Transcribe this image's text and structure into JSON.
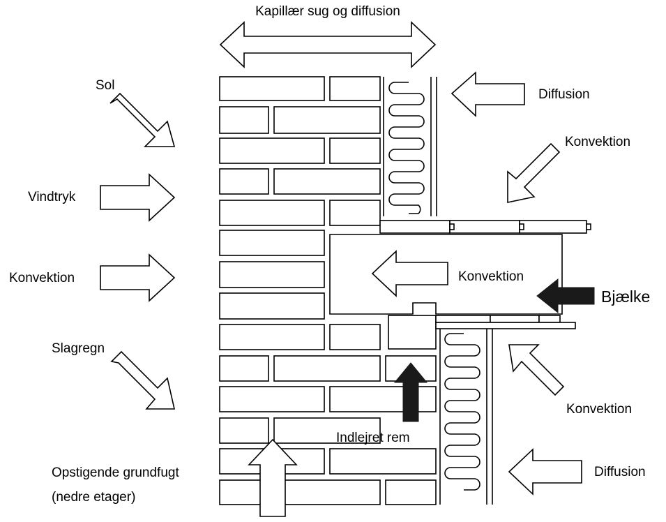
{
  "labels": {
    "top_arrow": "Kapillær sug og diffusion",
    "sol": "Sol",
    "vindtryk": "Vindtryk",
    "konvektion_left": "Konvektion",
    "slagregn": "Slagregn",
    "grundfugt_line1": "Opstigende grundfugt",
    "grundfugt_line2": "(nedre etager)",
    "diffusion_top": "Diffusion",
    "konvektion_top_right": "Konvektion",
    "konvektion_middle": "Konvektion",
    "bjaelke": "Bjælke",
    "indlejret_rem": "Indlejret rem",
    "konvektion_lower_right": "Konvektion",
    "diffusion_bottom": "Diffusion"
  },
  "colors": {
    "stroke": "#000000",
    "fill": "#ffffff",
    "solid_arrow": "#1a1a1a"
  }
}
